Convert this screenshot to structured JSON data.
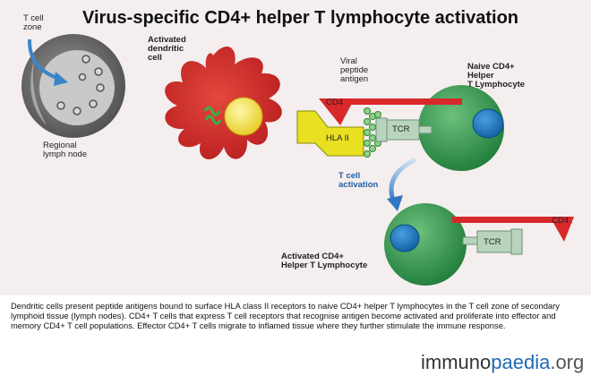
{
  "title": "Virus-specific CD4+ helper T lymphocyte activation",
  "labels": {
    "t_cell_zone": [
      "T cell",
      "zone"
    ],
    "regional_lymph_node": [
      "Regional",
      "lymph node"
    ],
    "activated_dendritic_cell": [
      "Activated",
      "dendritic",
      "cell"
    ],
    "viral_peptide_antigen": [
      "Viral",
      "peptide",
      "antigen"
    ],
    "naive_cd4_helper": [
      "Naive CD4+",
      "Helper",
      "T Lymphocyte"
    ],
    "cd4_top": "CD4",
    "hla_ii": "HLA II",
    "tcr_top": "TCR",
    "t_cell_activation": [
      "T cell",
      "activation"
    ],
    "cd4_bottom": "CD4",
    "tcr_bottom": "TCR",
    "activated_cd4_helper": [
      "Activated CD4+",
      "Helper T Lymphocyte"
    ]
  },
  "caption": "Dendritic cells present peptide antigens bound to surface HLA class II receptors to naive CD4+ helper T lymphocytes in the T cell zone of secondary lymphoid tissue (lymph nodes). CD4+ T cells that express T cell receptors that recognise antigen become activated and proliferate into effector and memory CD4+ T cell populations. Effector CD4+ T cells migrate to inflamed tissue where they further stimulate the immune response.",
  "logo": {
    "part1": "immuno",
    "part2": "paedia",
    "part3": ".org"
  },
  "colors": {
    "dendritic_cell": "#d8282a",
    "nucleus_yellow": "#f2e24a",
    "t_cell_green": "#2e9a4a",
    "t_cell_nucleus": "#1a6fb5",
    "hla_yellow": "#e8e020",
    "tcr_grey": "#b9d4be",
    "arrow_blue": "#3a7fc4",
    "lymph_node_grey": "#6a6a6a"
  }
}
